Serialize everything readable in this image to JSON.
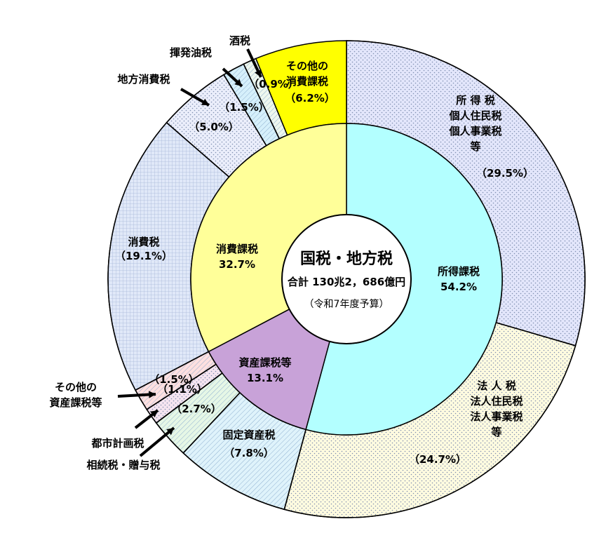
{
  "chart_data": {
    "type": "pie",
    "title": "国税・地方税",
    "total_label": "合計 130兆2，686億円",
    "note": "（令和7年度予算）",
    "inner_ring": [
      {
        "name": "所得課税",
        "value": 54.2,
        "value_label": "54.2%",
        "color": "#b3ffff"
      },
      {
        "name": "資産課税等",
        "value": 13.1,
        "value_label": "13.1%",
        "color": "#c8a2d8"
      },
      {
        "name": "消費課税",
        "value": 32.7,
        "value_label": "32.7%",
        "color": "#ffff99"
      }
    ],
    "outer_ring": [
      {
        "name": "所 得 税\n個人住民税\n個人事業税\n等",
        "value": 29.5,
        "value_label": "（29.5%）",
        "color": "#e3e6fb"
      },
      {
        "name": "法 人 税\n法人住民税\n法人事業税\n等",
        "value": 24.7,
        "value_label": "（24.7%）",
        "color": "#fffbe0"
      },
      {
        "name": "固定資産税",
        "value": 7.8,
        "value_label": "（7.8%）",
        "color": "#dff3fb"
      },
      {
        "name": "相続税・贈与税",
        "value": 2.7,
        "value_label": "（2.7%）",
        "color": "#e6f7e6"
      },
      {
        "name": "都市計画税",
        "value": 1.1,
        "value_label": "（1.1%）",
        "color": "#f5e4f0"
      },
      {
        "name": "その他の\n資産課税等",
        "value": 1.5,
        "value_label": "（1.5%）",
        "color": "#ffe0e0"
      },
      {
        "name": "消費税",
        "value": 19.1,
        "value_label": "（19.1%）",
        "color": "#e0e8f8"
      },
      {
        "name": "地方消費税",
        "value": 5.0,
        "value_label": "（5.0%）",
        "color": "#ebeefb"
      },
      {
        "name": "揮発油税",
        "value": 1.5,
        "value_label": "（1.5%）",
        "color": "#d6f0fb"
      },
      {
        "name": "酒税",
        "value": 0.9,
        "value_label": "（0.9%）",
        "color": "#eef7ee"
      },
      {
        "name": "その他の\n消費課税",
        "value": 6.2,
        "value_label": "（6.2%）",
        "color": "#ffff00"
      }
    ]
  }
}
